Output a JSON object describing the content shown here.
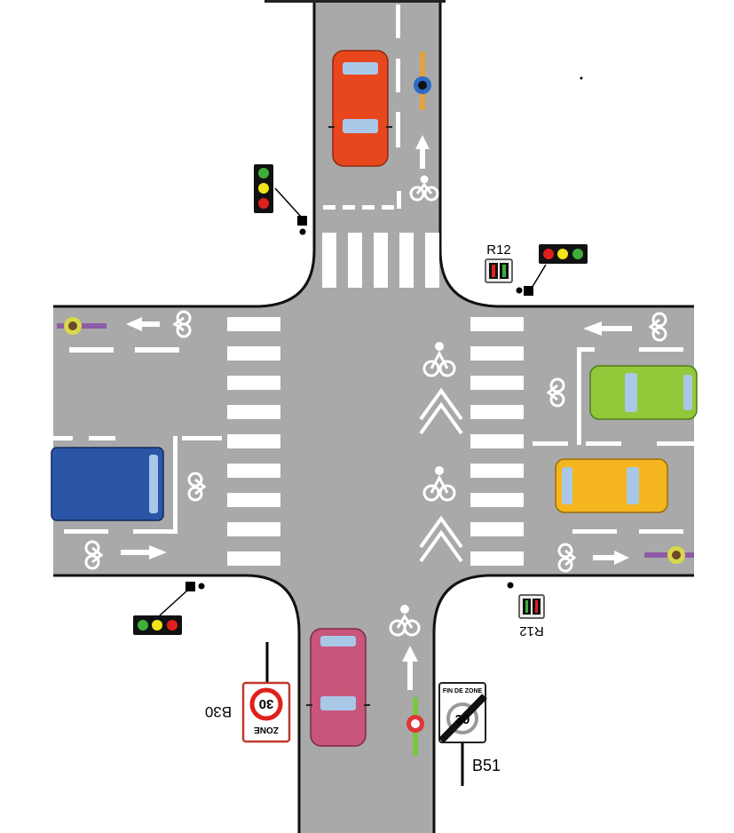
{
  "signs": {
    "r12_top_label": "R12",
    "r12_bottom_label": "R12",
    "b30_label": "B30",
    "b51_label": "B51",
    "zone30_speed": "30",
    "zone30_text": "ZONE",
    "endzone_text": "FIN DE ZONE",
    "endzone_speed": "30"
  },
  "colors": {
    "road": "#a9a9a9",
    "road_edge": "#000000",
    "marking": "#ffffff",
    "car_north": "#e8461c",
    "car_south": "#c8557a",
    "car_east_top": "#92c83a",
    "car_east_bottom": "#f5b51f",
    "bus_west": "#2b55a6",
    "light_red": "#e0201c",
    "light_amber": "#f2e51a",
    "light_green": "#3fae3a"
  }
}
